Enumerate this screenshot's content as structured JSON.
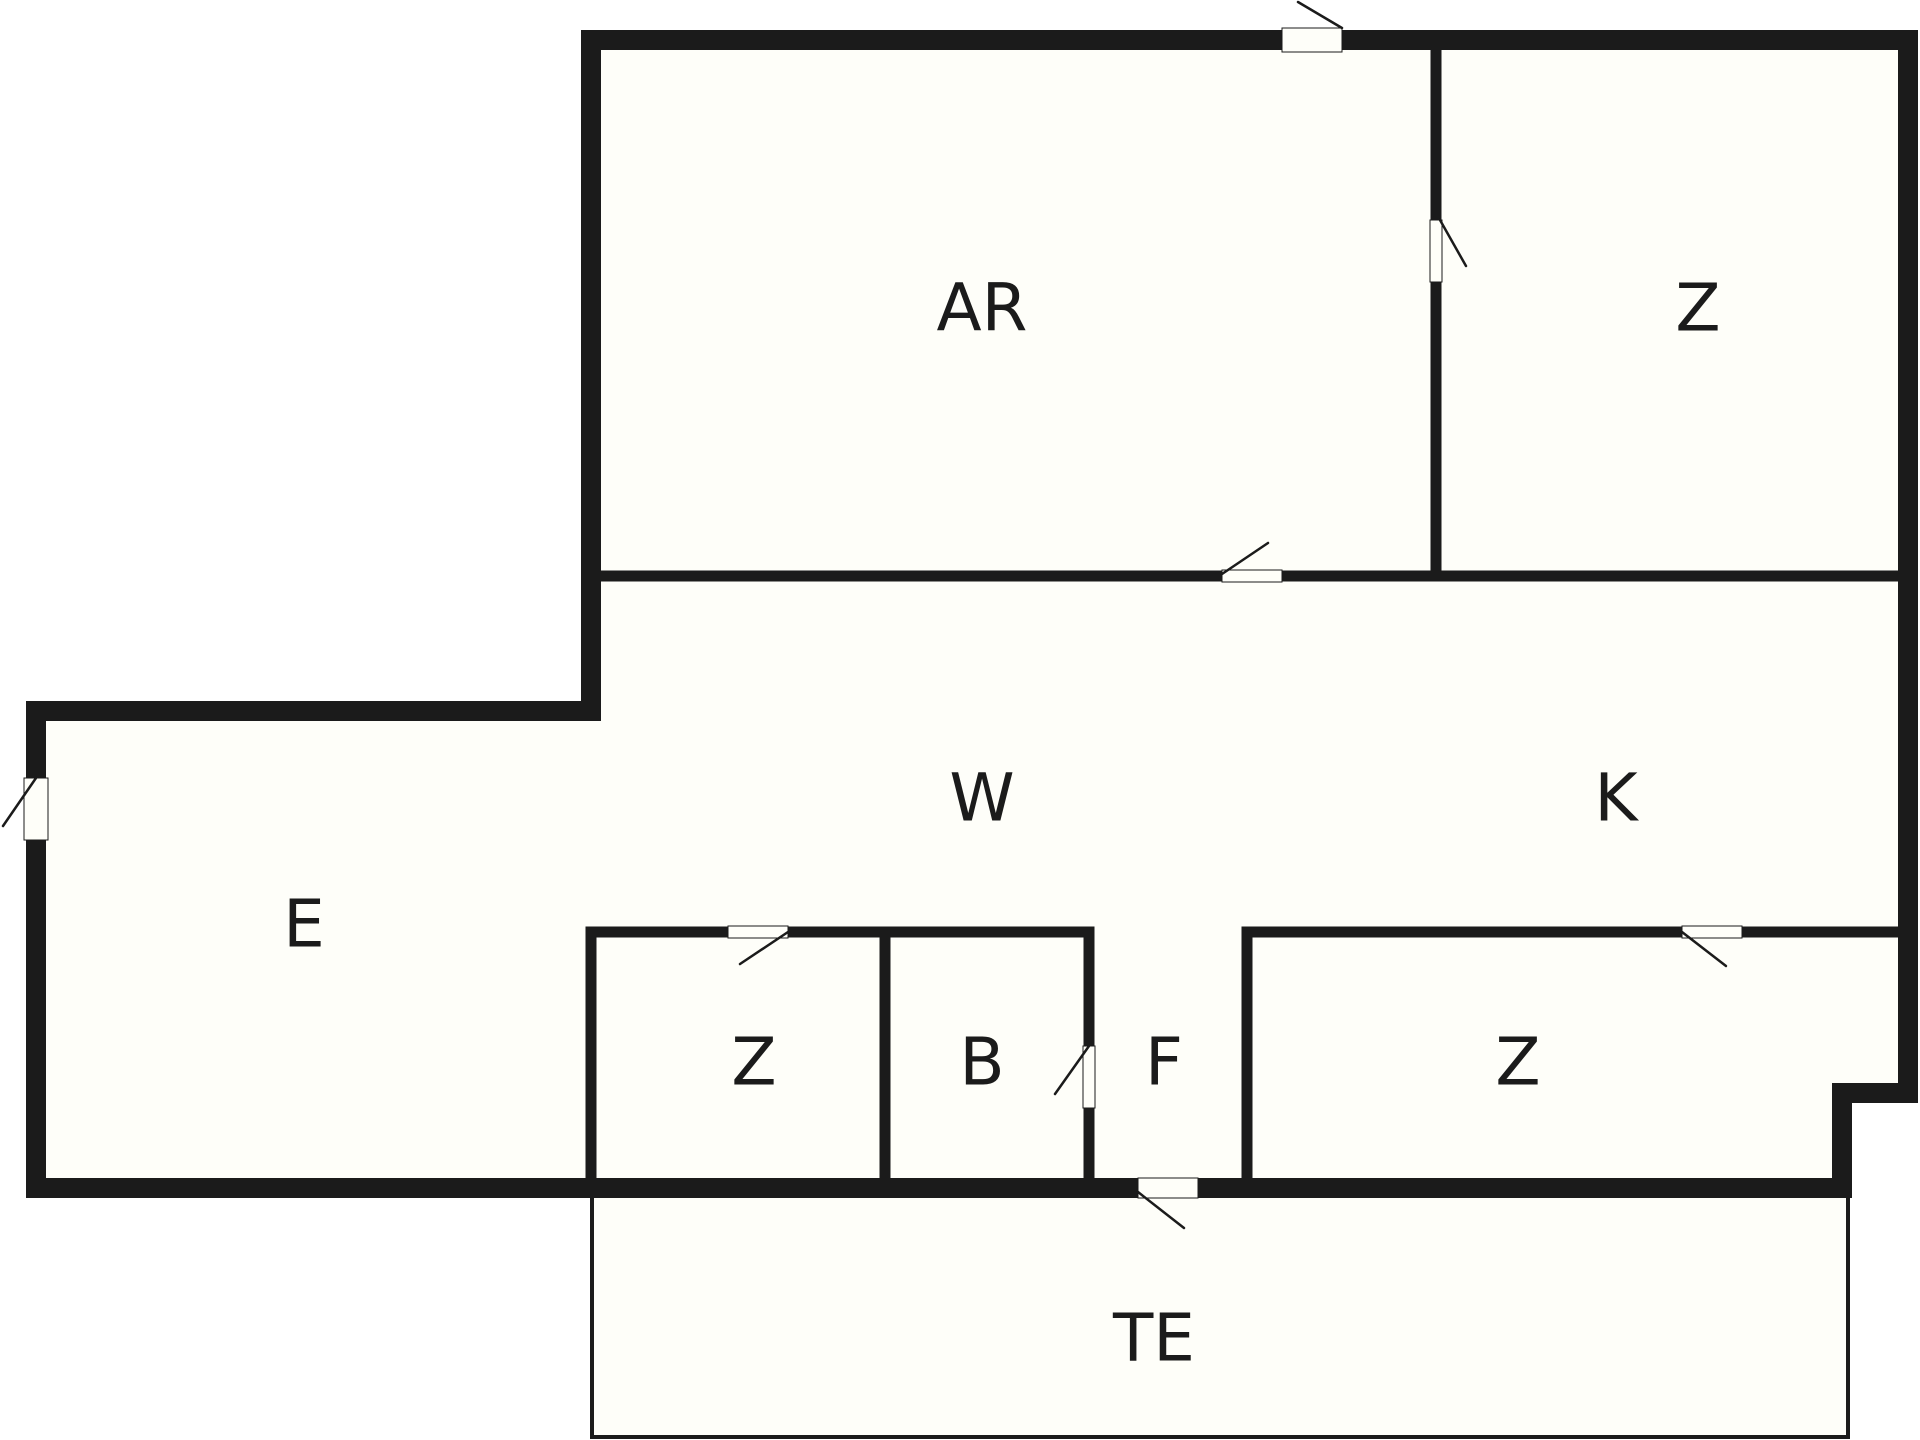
{
  "rooms": {
    "ar": "AR",
    "z_top": "Z",
    "w": "W",
    "k": "K",
    "e": "E",
    "z_small": "Z",
    "b": "B",
    "f": "F",
    "z_right": "Z",
    "te": "TE"
  }
}
